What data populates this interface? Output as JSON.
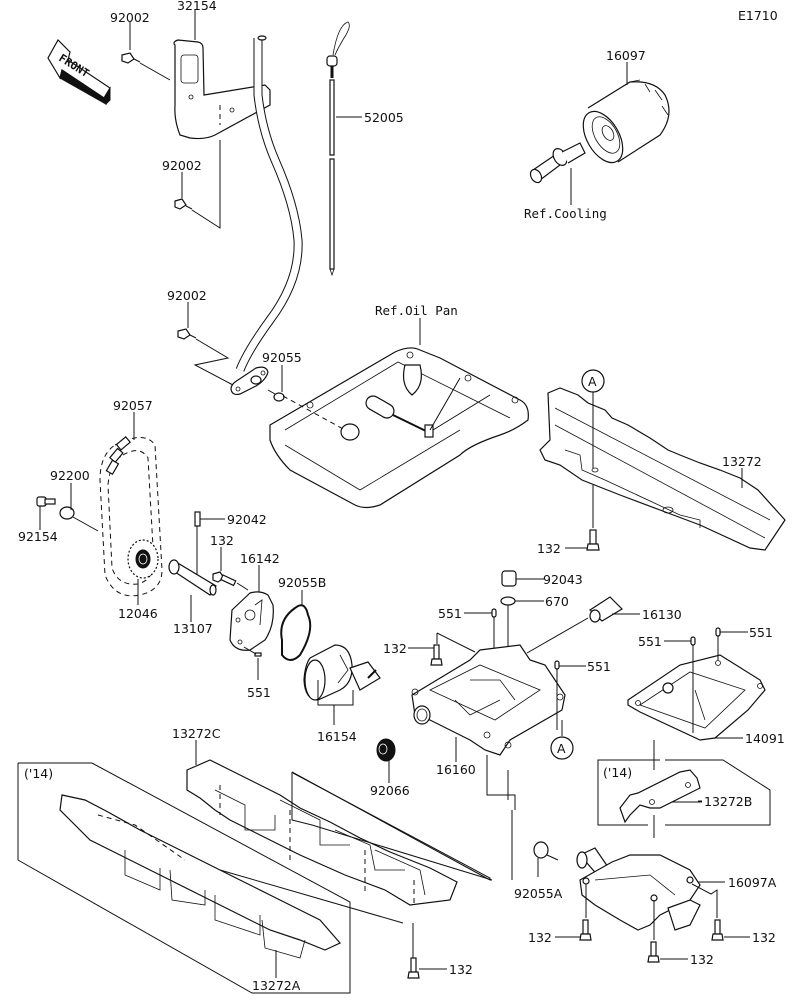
{
  "diagram_code": "E1710",
  "front_arrow": "FRONT",
  "labels": {
    "l32154": "32154",
    "l92002a": "92002",
    "l92002b": "92002",
    "l92002c": "92002",
    "l52005": "52005",
    "l16097": "16097",
    "refCooling": "Ref.Cooling",
    "refOilPan": "Ref.Oil Pan",
    "l92055": "92055",
    "l92057": "92057",
    "l92200": "92200",
    "l92154": "92154",
    "l92042": "92042",
    "l132a": "132",
    "l16142": "16142",
    "l12046": "12046",
    "l13107": "13107",
    "l92055B": "92055B",
    "l551a": "551",
    "l16154": "16154",
    "l13272": "13272",
    "l132b": "132",
    "markerA1": "A",
    "markerA2": "A",
    "l92043": "92043",
    "l670": "670",
    "l16130": "16130",
    "l551b": "551",
    "l551c": "551",
    "l551d": "551",
    "l551e": "551",
    "l132c": "132",
    "l16160": "16160",
    "l92066": "92066",
    "l14091": "14091",
    "l13272C": "13272C",
    "year14a": "('14)",
    "year14b": "('14)",
    "l13272A": "13272A",
    "l13272B": "13272B",
    "l16097A": "16097A",
    "l92055A": "92055A",
    "l132d": "132",
    "l132e": "132",
    "l132f": "132",
    "l132g": "132"
  }
}
